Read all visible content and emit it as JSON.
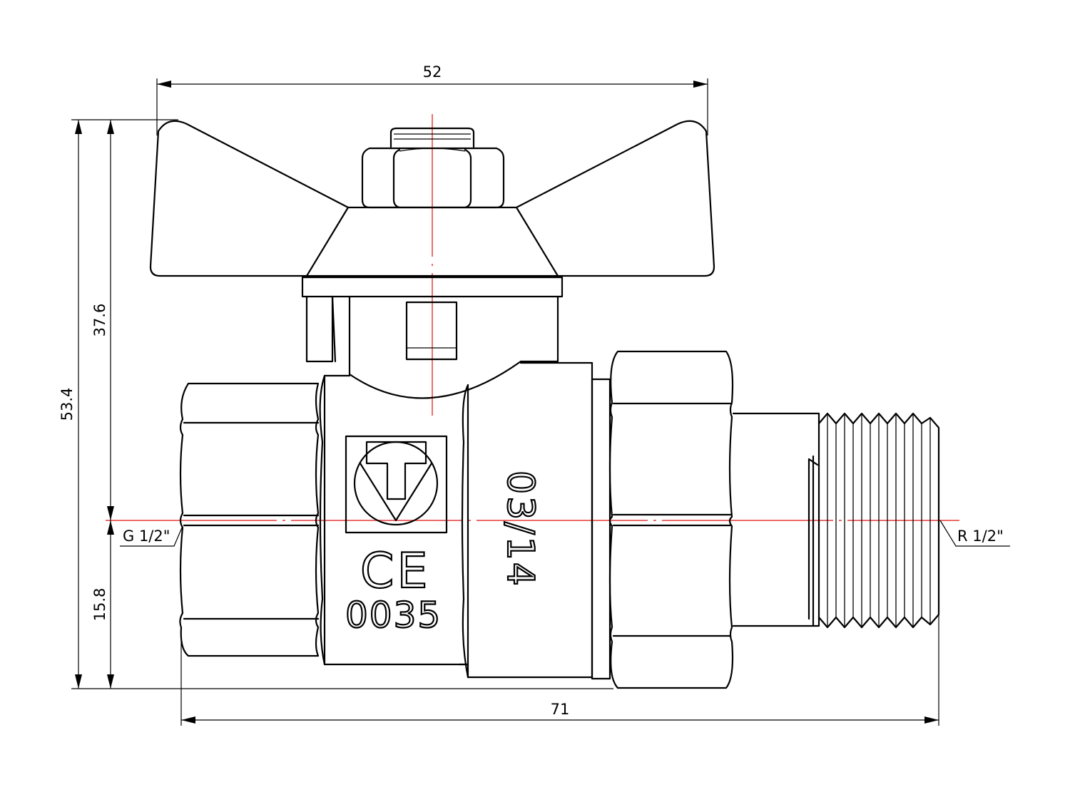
{
  "dimensions": {
    "top_width": "52",
    "total_height": "53.4",
    "upper_height": "37.6",
    "lower_height": "15.8",
    "total_length": "71"
  },
  "threads": {
    "left": "G 1/2\"",
    "right": "R 1/2\""
  },
  "body_markings": {
    "ce": "CE",
    "notified_body": "0035",
    "date_code": "03/14"
  },
  "logo": {
    "letter": "T"
  },
  "colors": {
    "line": "#000000",
    "centerline": "#e01010",
    "background": "#ffffff"
  }
}
